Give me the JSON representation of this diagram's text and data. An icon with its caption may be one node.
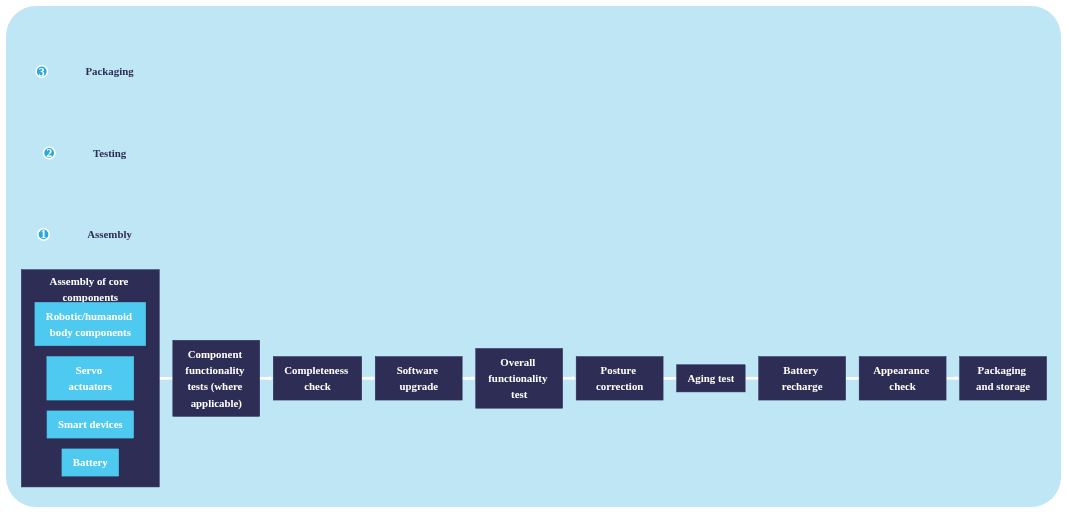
{
  "diagram": {
    "nodes": [
      {
        "text": [
          "Assembly of core components"
        ]
      },
      {
        "text": [
          "Robotic/humanoid body components"
        ],
        "in": 0
      },
      {
        "text": [
          "Servo actuators"
        ],
        "in": 0
      },
      {
        "text": [
          "Smart devices"
        ],
        "in": 0
      },
      {
        "text": [
          "Battery"
        ],
        "in": 0
      },
      {
        "text": [
          "Component functionality tests (where applicable)"
        ]
      },
      {
        "text": [
          "Completeness check"
        ]
      },
      {
        "text": [
          "Software upgrade"
        ]
      },
      {
        "text": [
          "Overall functionality test"
        ]
      },
      {
        "text": [
          "Posture correction"
        ]
      },
      {
        "text": [
          "Aging test"
        ]
      },
      {
        "text": [
          "Battery recharge"
        ]
      },
      {
        "text": [
          "Appearance check"
        ]
      },
      {
        "text": [
          "Packaging and storage"
        ]
      },
      {
        "text": [
          "1"
        ],
        "beside": [
          "Assembly"
        ]
      },
      {
        "text": [
          "2"
        ],
        "beside": [
          "Testing"
        ]
      },
      {
        "text": [
          "3"
        ],
        "beside": [
          "Packaging"
        ]
      }
    ],
    "edges": [
      {
        "from": 0,
        "to": 5,
        "arrow": "none"
      },
      {
        "from": 5,
        "to": 6,
        "arrow": "to"
      },
      {
        "from": 6,
        "to": 7,
        "arrow": "to"
      },
      {
        "from": 7,
        "to": 8,
        "arrow": "to"
      },
      {
        "from": 8,
        "to": 9,
        "arrow": "to"
      },
      {
        "from": 9,
        "to": 10,
        "arrow": "none"
      },
      {
        "from": 10,
        "to": 11,
        "arrow": "none"
      },
      {
        "from": 11,
        "to": 12,
        "arrow": "none"
      },
      {
        "from": 12,
        "to": 13,
        "arrow": "to"
      }
    ]
  }
}
